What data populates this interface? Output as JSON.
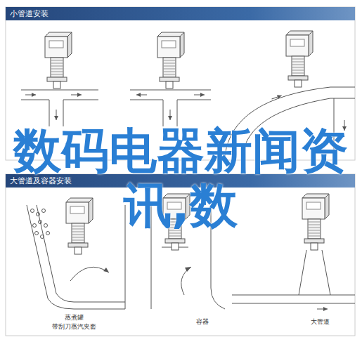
{
  "diagram": {
    "nodes": [
      {
        "text": [
          "小管道安装"
        ]
      },
      {
        "text": [
          "大管道及容器安装"
        ]
      }
    ],
    "labels": [
      "数码电器新闻资讯,数",
      "蒸煮罐",
      "带刮刀蒸汽夹套",
      "容器",
      "大管道"
    ]
  }
}
